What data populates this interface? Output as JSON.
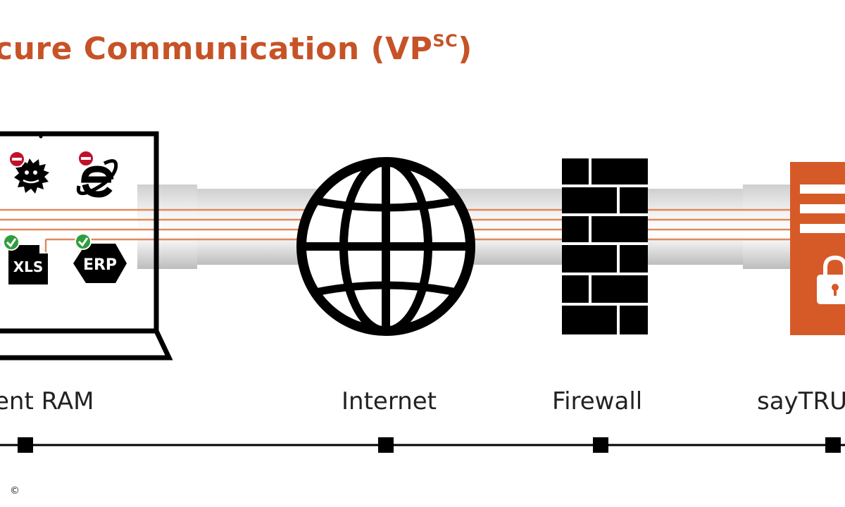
{
  "title": {
    "prefix": "cure Communication (VP",
    "superscript": "SC",
    "suffix": ")"
  },
  "apps": {
    "xls": "XLS",
    "erp": "ERP"
  },
  "nodes": [
    {
      "label": "ent RAM"
    },
    {
      "label": "Internet"
    },
    {
      "label": "Firewall"
    },
    {
      "label": "sayTRUST"
    }
  ],
  "copyright": "©",
  "colors": {
    "accent": "#c65327",
    "ok": "#2e9e3e",
    "blocked": "#c0112b",
    "pipe": "#d9d9d9"
  },
  "icons": [
    "laptop-icon",
    "virus-icon",
    "internet-explorer-icon",
    "xls-file-icon",
    "erp-hexagon-icon",
    "globe-icon",
    "firewall-brick-icon",
    "saytrust-server-icon",
    "padlock-icon"
  ]
}
